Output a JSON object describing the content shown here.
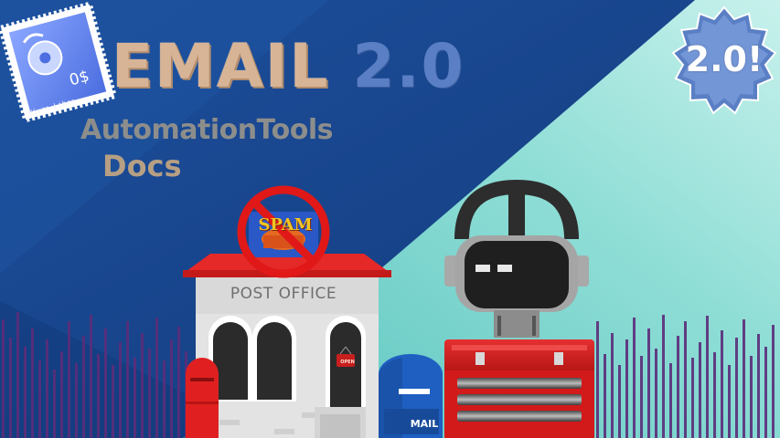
{
  "title": {
    "word1": "EMAIL",
    "word2": "2.0"
  },
  "subtitle": {
    "line1": "AutomationTools",
    "line2": "Docs"
  },
  "badge": {
    "text": "2.0!"
  },
  "stamp": {
    "price": "0$",
    "caption": "Vivre Libre"
  },
  "post_office": {
    "sign": "POST OFFICE",
    "open_sign": "OPEN"
  },
  "spam_can": {
    "label": "SPAM"
  },
  "mailbox": {
    "label": "MAIL"
  },
  "colors": {
    "background_dark": "#17458e",
    "background_teal": "#6fd1cb",
    "title_main": "#d8b496",
    "title_accent": "#5a7fc4",
    "audio_bars": "#5b2d7a",
    "toolbox_red": "#d21a1a",
    "prohibition_red": "#e01818"
  },
  "icons": [
    "postage-stamp-icon",
    "starburst-badge-icon",
    "no-spam-icon",
    "vr-robot-icon",
    "toolbox-icon",
    "post-office-icon",
    "mailbox-icon",
    "audio-bars-icon"
  ]
}
